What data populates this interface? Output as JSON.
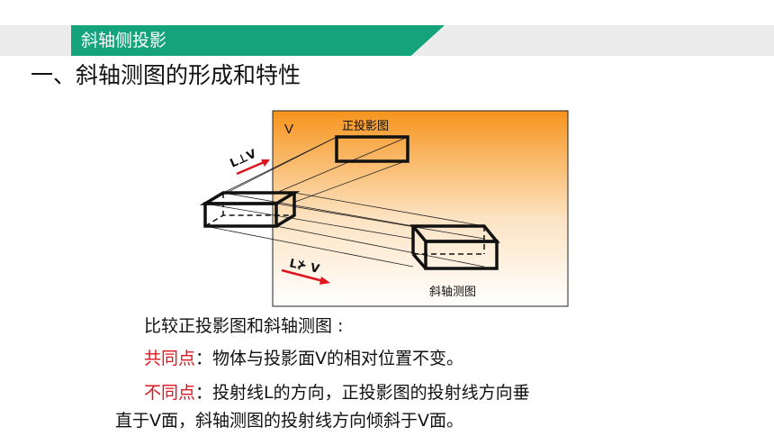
{
  "header": {
    "title": "斜轴侧投影",
    "accent_color": "#14a37a"
  },
  "section": {
    "title": "一、斜轴测图的形成和特性"
  },
  "diagram": {
    "plane_label": "V",
    "top_label": "正投影图",
    "bottom_label": "斜轴测图",
    "perp_label": "L⊥V",
    "oblique_label": "L⊁ V",
    "arrow_color": "#e0141e"
  },
  "text": {
    "compare": "比较正投影图和斜轴测图 :",
    "same_label": "共同点",
    "same_body": "：物体与投影面V的相对位置不变。",
    "diff_label": "不同点",
    "diff_body": "：投射线L的方向，正投影图的投射线方向垂",
    "diff_body2": "直于V面，斜轴测图的投射线方向倾斜于V面。"
  }
}
